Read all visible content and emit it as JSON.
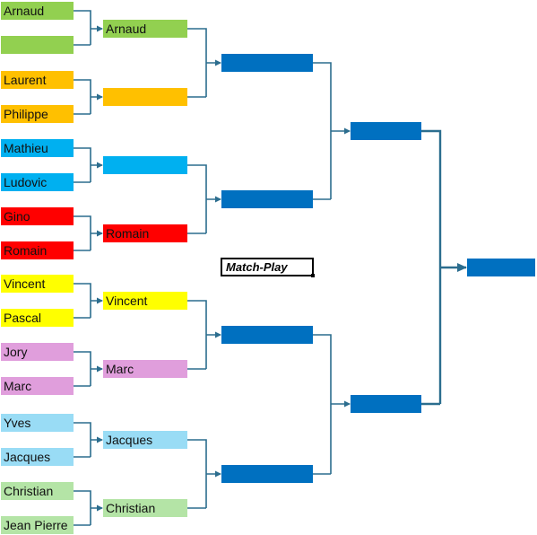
{
  "colors": {
    "green": "#92d050",
    "orange": "#ffc000",
    "blue": "#00b0f0",
    "red": "#ff0000",
    "yellow": "#ffff00",
    "pink": "#e09edc",
    "lightblue": "#99dcf5",
    "lightgreen": "#b4e4a6",
    "dark": "#0070c0",
    "line": "#2b6d8e"
  },
  "title": "Match-Play",
  "round1": [
    {
      "name": "Arnaud",
      "color": "green"
    },
    {
      "name": "",
      "color": "green"
    },
    {
      "name": "Laurent",
      "color": "orange"
    },
    {
      "name": "Philippe",
      "color": "orange"
    },
    {
      "name": "Mathieu",
      "color": "blue"
    },
    {
      "name": "Ludovic",
      "color": "blue"
    },
    {
      "name": "Gino",
      "color": "red"
    },
    {
      "name": "Romain",
      "color": "red"
    },
    {
      "name": "Vincent",
      "color": "yellow"
    },
    {
      "name": "Pascal",
      "color": "yellow"
    },
    {
      "name": "Jory",
      "color": "pink"
    },
    {
      "name": "Marc",
      "color": "pink"
    },
    {
      "name": "Yves",
      "color": "lightblue"
    },
    {
      "name": "Jacques",
      "color": "lightblue"
    },
    {
      "name": "Christian",
      "color": "lightgreen"
    },
    {
      "name": "Jean Pierre",
      "color": "lightgreen"
    }
  ],
  "round2": [
    {
      "name": "Arnaud",
      "color": "green"
    },
    {
      "name": "",
      "color": "orange"
    },
    {
      "name": "",
      "color": "blue"
    },
    {
      "name": "Romain",
      "color": "red"
    },
    {
      "name": "Vincent",
      "color": "yellow"
    },
    {
      "name": "Marc",
      "color": "pink"
    },
    {
      "name": "Jacques",
      "color": "lightblue"
    },
    {
      "name": "Christian",
      "color": "lightgreen"
    }
  ],
  "round3": [
    {
      "name": "",
      "color": "dark"
    },
    {
      "name": "",
      "color": "dark"
    },
    {
      "name": "",
      "color": "dark"
    },
    {
      "name": "",
      "color": "dark"
    }
  ],
  "round4": [
    {
      "name": "",
      "color": "dark"
    },
    {
      "name": "",
      "color": "dark"
    }
  ],
  "round5": [
    {
      "name": "",
      "color": "dark"
    }
  ]
}
